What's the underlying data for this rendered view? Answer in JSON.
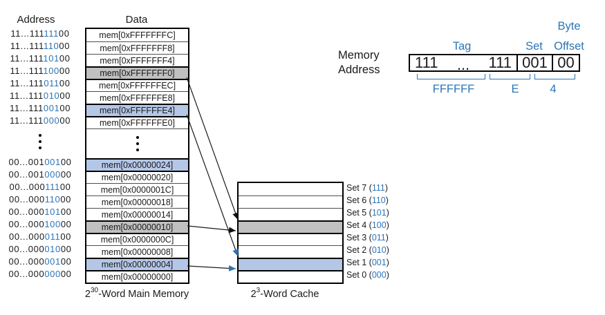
{
  "palette": {
    "blue": "#2B74B8",
    "row_blue": "#B4C7E7",
    "row_gray": "#C0C0C0"
  },
  "headers": {
    "address": "Address",
    "data": "Data"
  },
  "main_memory": {
    "caption_base": "2",
    "caption_exp": "30",
    "caption_rest": "-Word Main Memory",
    "rows_top": [
      {
        "tag": "11...111",
        "set": "111",
        "off": "00",
        "data": "mem[0xFFFFFFFC]",
        "hl": "none"
      },
      {
        "tag": "11...111",
        "set": "110",
        "off": "00",
        "data": "mem[0xFFFFFFF8]",
        "hl": "none"
      },
      {
        "tag": "11...111",
        "set": "101",
        "off": "00",
        "data": "mem[0xFFFFFFF4]",
        "hl": "none"
      },
      {
        "tag": "11...111",
        "set": "100",
        "off": "00",
        "data": "mem[0xFFFFFFF0]",
        "hl": "gray"
      },
      {
        "tag": "11...111",
        "set": "011",
        "off": "00",
        "data": "mem[0xFFFFFFEC]",
        "hl": "none"
      },
      {
        "tag": "11...111",
        "set": "010",
        "off": "00",
        "data": "mem[0xFFFFFFE8]",
        "hl": "none"
      },
      {
        "tag": "11...111",
        "set": "001",
        "off": "00",
        "data": "mem[0xFFFFFFE4]",
        "hl": "blue"
      },
      {
        "tag": "11...111",
        "set": "000",
        "off": "00",
        "data": "mem[0xFFFFFFE0]",
        "hl": "none"
      }
    ],
    "rows_bottom": [
      {
        "tag": "00...001",
        "set": "001",
        "off": "00",
        "data": "mem[0x00000024]",
        "hl": "blue"
      },
      {
        "tag": "00...001",
        "set": "000",
        "off": "00",
        "data": "mem[0x00000020]",
        "hl": "none"
      },
      {
        "tag": "00...000",
        "set": "111",
        "off": "00",
        "data": "mem[0x0000001C]",
        "hl": "none"
      },
      {
        "tag": "00...000",
        "set": "110",
        "off": "00",
        "data": "mem[0x00000018]",
        "hl": "none"
      },
      {
        "tag": "00...000",
        "set": "101",
        "off": "00",
        "data": "mem[0x00000014]",
        "hl": "none"
      },
      {
        "tag": "00...000",
        "set": "100",
        "off": "00",
        "data": "mem[0x00000010]",
        "hl": "gray"
      },
      {
        "tag": "00...000",
        "set": "011",
        "off": "00",
        "data": "mem[0x0000000C]",
        "hl": "none"
      },
      {
        "tag": "00...000",
        "set": "010",
        "off": "00",
        "data": "mem[0x00000008]",
        "hl": "none"
      },
      {
        "tag": "00...000",
        "set": "001",
        "off": "00",
        "data": "mem[0x00000004]",
        "hl": "blue"
      },
      {
        "tag": "00...000",
        "set": "000",
        "off": "00",
        "data": "mem[0x00000000]",
        "hl": "none"
      }
    ]
  },
  "cache": {
    "caption_base": "2",
    "caption_exp": "3",
    "caption_rest": "-Word Cache",
    "sets": [
      {
        "prefix": "Set 7 (",
        "bits": "111",
        "suffix": ")",
        "hl": "none"
      },
      {
        "prefix": "Set 6 (",
        "bits": "110",
        "suffix": ")",
        "hl": "none"
      },
      {
        "prefix": "Set 5 (",
        "bits": "101",
        "suffix": ")",
        "hl": "none"
      },
      {
        "prefix": "Set 4 (",
        "bits": "100",
        "suffix": ")",
        "hl": "gray"
      },
      {
        "prefix": "Set 3 (",
        "bits": "011",
        "suffix": ")",
        "hl": "none"
      },
      {
        "prefix": "Set 2 (",
        "bits": "010",
        "suffix": ")",
        "hl": "none"
      },
      {
        "prefix": "Set 1 (",
        "bits": "001",
        "suffix": ")",
        "hl": "blue"
      },
      {
        "prefix": "Set 0 (",
        "bits": "000",
        "suffix": ")",
        "hl": "none"
      }
    ]
  },
  "address_breakdown": {
    "label_line1": "Memory",
    "label_line2": "Address",
    "tag_label": "Tag",
    "set_label": "Set",
    "byte_label": "Byte",
    "offset_label": "Offset",
    "tag_left": "111",
    "tag_dots": "...",
    "tag_right": "111",
    "set_bits": "001",
    "offset_bits": "00",
    "hex_tag": "FFFFFF",
    "hex_mid": "E",
    "hex_low": "4"
  }
}
